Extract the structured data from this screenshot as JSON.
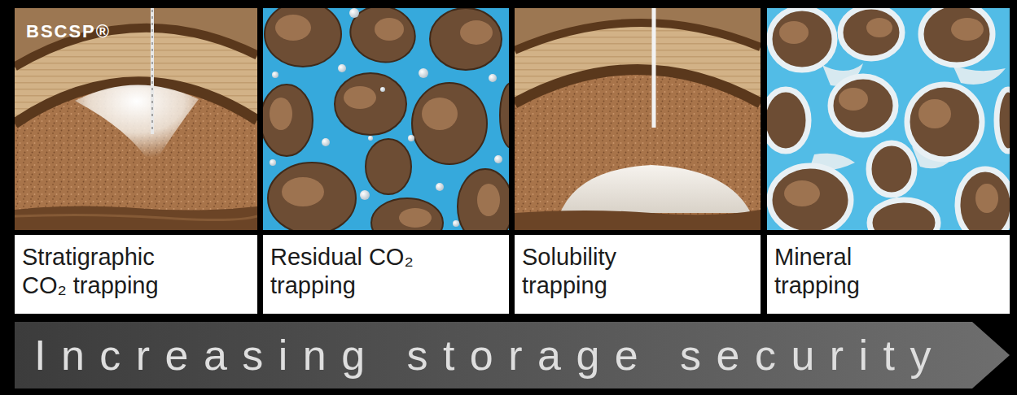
{
  "diagram": {
    "nodes": [
      {
        "text": [
          "Stratigraphic CO₂ trapping"
        ]
      },
      {
        "text": [
          "Residual CO₂ trapping"
        ]
      },
      {
        "text": [
          "Solubility trapping"
        ]
      },
      {
        "text": [
          "Mineral trapping"
        ]
      },
      {
        "text": [
          "Increasing storage security"
        ]
      }
    ],
    "labels": [
      "BSCSP®"
    ]
  }
}
